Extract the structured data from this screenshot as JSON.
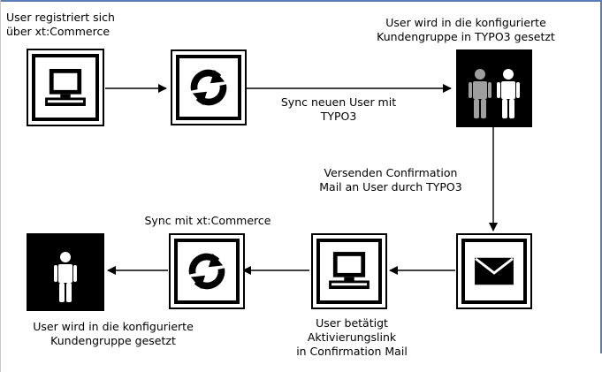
{
  "diagram": {
    "labels": {
      "user_register": [
        "User registriert sich",
        "über xt:Commerce"
      ],
      "user_set_group_top": [
        "User wird in die konfigurierte",
        "Kundengruppe in TYPO3 gesetzt"
      ],
      "sync_new_user": [
        "Sync neuen User mit",
        "TYPO3"
      ],
      "send_confirmation": [
        "Versenden Confirmation",
        "Mail an User durch TYPO3"
      ],
      "sync_xt": [
        "Sync mit xt:Commerce"
      ],
      "user_set_group_bottom": [
        "User wird in die konfigurierte",
        "Kundengruppe gesetzt"
      ],
      "user_activates": [
        "User betätigt",
        "Aktivierungslink",
        "in Confirmation Mail"
      ]
    },
    "nodes": {
      "computer_top": {
        "icon": "computer-icon",
        "style": "white"
      },
      "sync_top": {
        "icon": "sync-icon",
        "style": "white"
      },
      "users_group": {
        "icon": "user-group-icon",
        "style": "black"
      },
      "mail": {
        "icon": "envelope-icon",
        "style": "white"
      },
      "computer_bottom": {
        "icon": "computer-icon",
        "style": "white"
      },
      "sync_bottom": {
        "icon": "sync-icon",
        "style": "white"
      },
      "user_single": {
        "icon": "user-icon",
        "style": "black"
      }
    },
    "colors": {
      "frame_accent": "#5a7db8",
      "stroke": "#000000",
      "figure_left": "#9e9e9e",
      "figure_right": "#ffffff"
    }
  }
}
